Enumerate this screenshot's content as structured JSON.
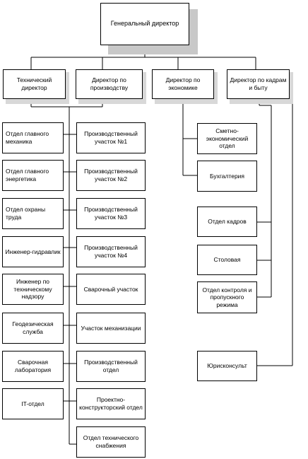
{
  "ceo": "Генеральный директор",
  "directors": {
    "technical": "Технический директор",
    "production": "Директор по производству",
    "economics": "Директор по экономике",
    "hr": "Директор по кадрам и быту"
  },
  "tech_depts": [
    "Отдел главного механика",
    "Отдел главного энергетика",
    "Отдел охраны труда",
    "Инженер-гидравлик",
    "Инженер по техническому надзору",
    "Геодезическая служба",
    "Сварочная лаборатория",
    "IT-отдел"
  ],
  "prod_depts": [
    "Производственный участок №1",
    "Производственный участок №2",
    "Производственный участок №3",
    "Производственный участок №4",
    "Сварочный участок",
    "Участок механизации",
    "Производственный отдел",
    "Проектно-конструкторский отдел",
    "Отдел технического снабжения"
  ],
  "econ_depts": [
    "Сметно-экономический отдел",
    "Бухгалтерия"
  ],
  "hr_depts": [
    "Отдел кадров",
    "Столовая",
    "Отдел контроля и пропускного режима",
    "Юрисконсульт"
  ]
}
